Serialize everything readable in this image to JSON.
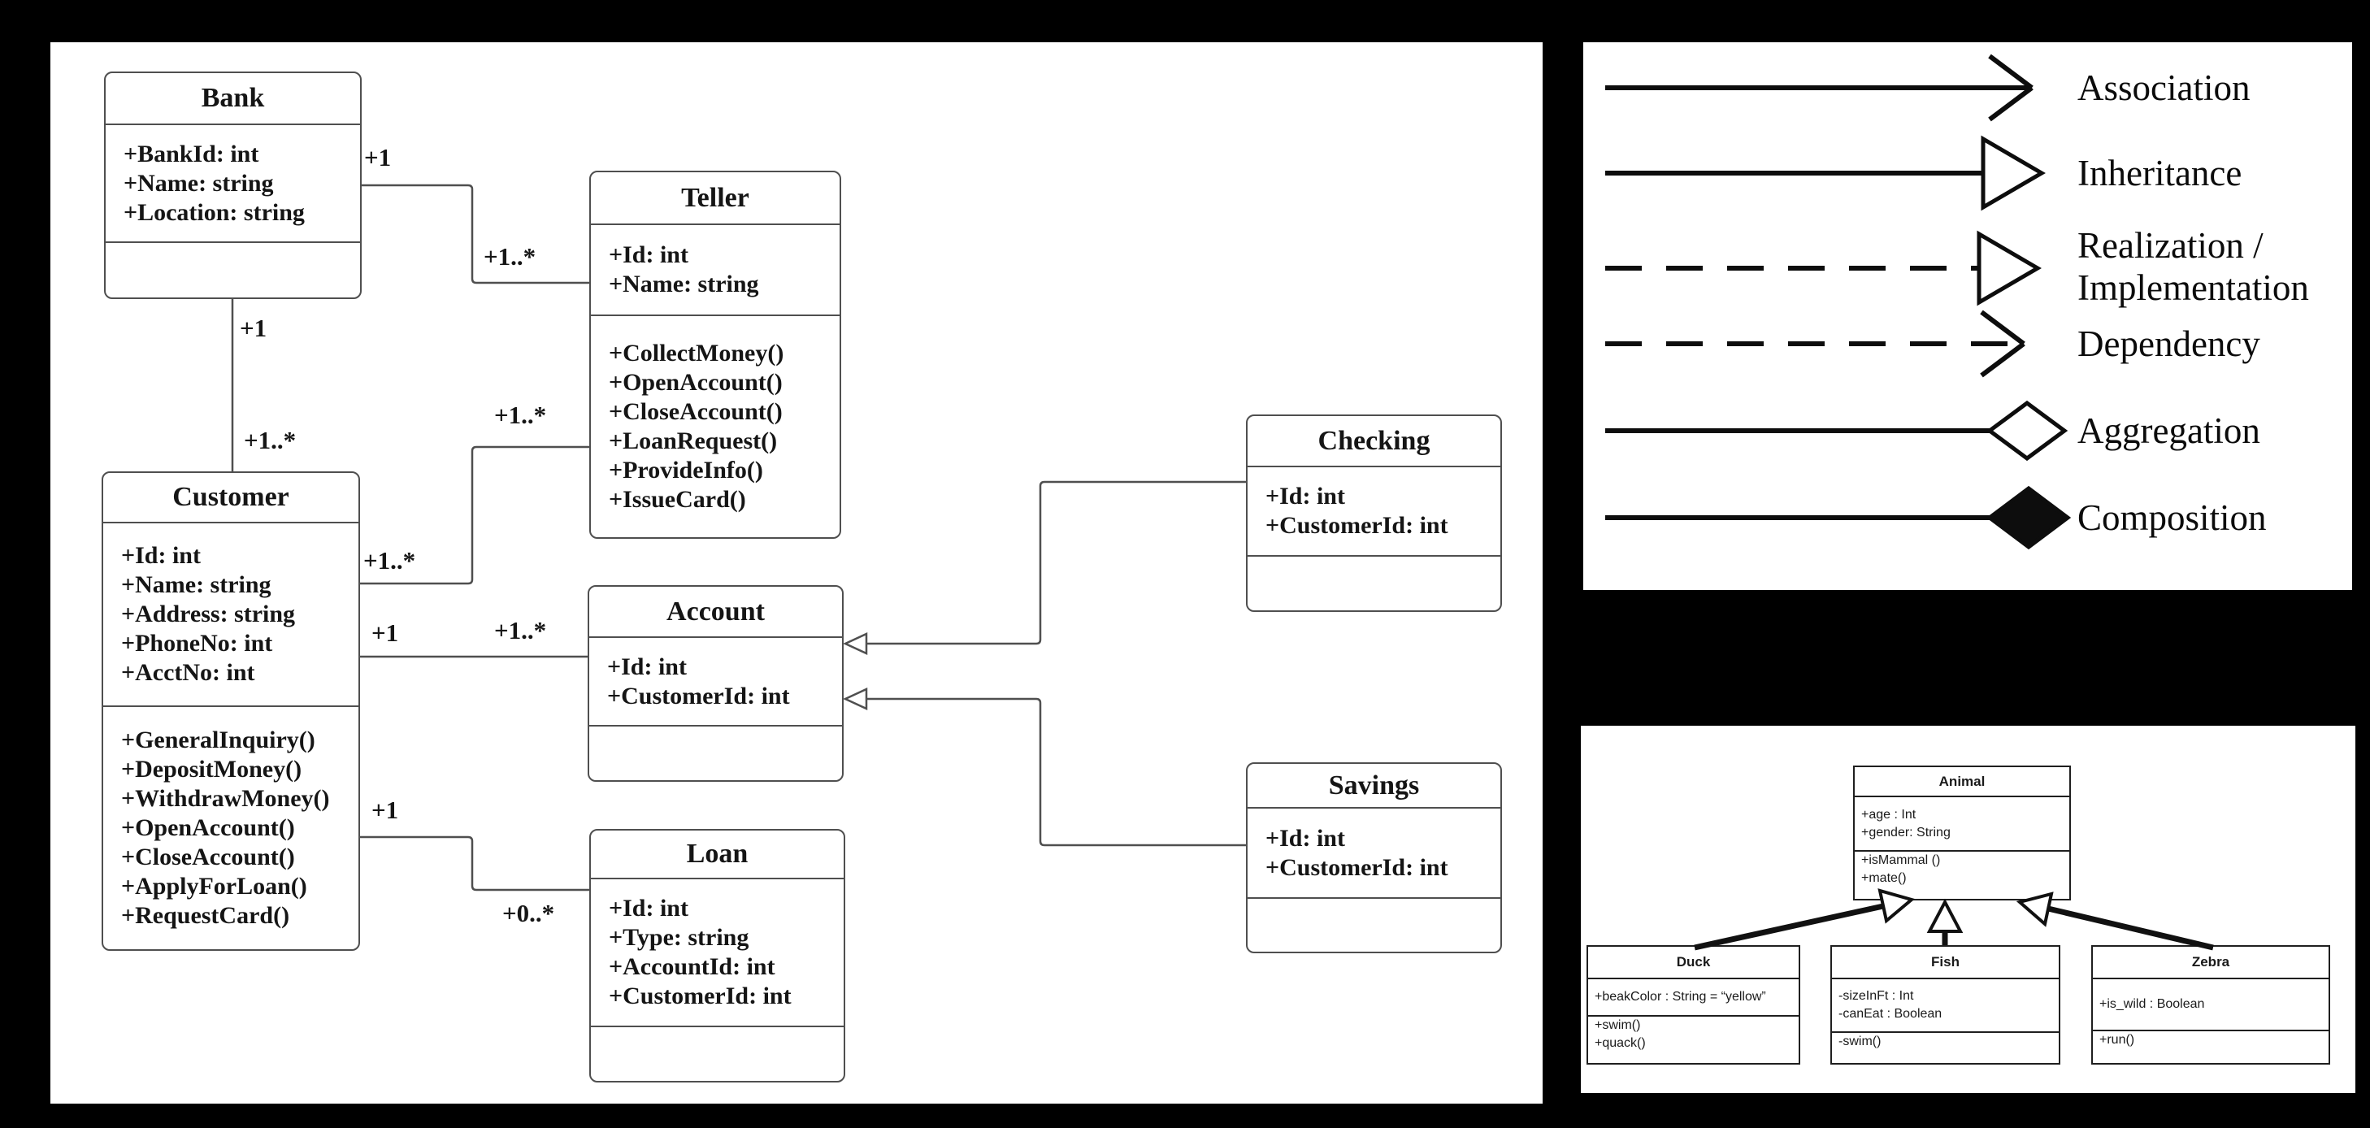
{
  "bank_diagram": {
    "classes": {
      "bank": {
        "title": "Bank",
        "attributes": [
          "+BankId: int",
          "+Name: string",
          "+Location: string"
        ],
        "methods": []
      },
      "teller": {
        "title": "Teller",
        "attributes": [
          "+Id: int",
          "+Name: string"
        ],
        "methods": [
          "+CollectMoney()",
          "+OpenAccount()",
          "+CloseAccount()",
          "+LoanRequest()",
          "+ProvideInfo()",
          "+IssueCard()"
        ]
      },
      "customer": {
        "title": "Customer",
        "attributes": [
          "+Id: int",
          "+Name: string",
          "+Address: string",
          "+PhoneNo: int",
          "+AcctNo: int"
        ],
        "methods": [
          "+GeneralInquiry()",
          "+DepositMoney()",
          "+WithdrawMoney()",
          "+OpenAccount()",
          "+CloseAccount()",
          "+ApplyForLoan()",
          "+RequestCard()"
        ]
      },
      "account": {
        "title": "Account",
        "attributes": [
          "+Id: int",
          "+CustomerId: int"
        ],
        "methods": []
      },
      "checking": {
        "title": "Checking",
        "attributes": [
          "+Id: int",
          "+CustomerId: int"
        ],
        "methods": []
      },
      "savings": {
        "title": "Savings",
        "attributes": [
          "+Id: int",
          "+CustomerId: int"
        ],
        "methods": []
      },
      "loan": {
        "title": "Loan",
        "attributes": [
          "+Id: int",
          "+Type: string",
          "+AccountId: int",
          "+CustomerId: int"
        ],
        "methods": []
      }
    },
    "multiplicities": [
      "+1",
      "+1..*",
      "+1",
      "+1..*",
      "+1..*",
      "+1..*",
      "+1",
      "+1..*",
      "+1",
      "+0..*"
    ]
  },
  "legend": {
    "items": [
      {
        "label": "Association",
        "line": "solid",
        "head": "open-arrow"
      },
      {
        "label": "Inheritance",
        "line": "solid",
        "head": "hollow-triangle"
      },
      {
        "label": "Realization /",
        "label2": "Implementation",
        "line": "dashed",
        "head": "hollow-triangle"
      },
      {
        "label": "Dependency",
        "line": "dashed",
        "head": "open-arrow"
      },
      {
        "label": "Aggregation",
        "line": "solid",
        "head": "hollow-diamond"
      },
      {
        "label": "Composition",
        "line": "solid",
        "head": "filled-diamond"
      }
    ]
  },
  "animal_diagram": {
    "classes": {
      "animal": {
        "title": "Animal",
        "attributes": [
          "+age : Int",
          "+gender: String"
        ],
        "methods": [
          "+isMammal ()",
          "+mate()"
        ]
      },
      "duck": {
        "title": "Duck",
        "attributes": [
          "+beakColor : String = “yellow”"
        ],
        "methods": [
          "+swim()",
          "+quack()"
        ]
      },
      "fish": {
        "title": "Fish",
        "attributes": [
          "-sizeInFt : Int",
          "-canEat : Boolean"
        ],
        "methods": [
          "-swim()"
        ]
      },
      "zebra": {
        "title": "Zebra",
        "attributes": [
          "+is_wild : Boolean"
        ],
        "methods": [
          "+run()"
        ]
      }
    }
  },
  "colors": {
    "background": "#000000",
    "panel": "#ffffff",
    "connector": "#4f4f4f",
    "text": "#151515"
  }
}
